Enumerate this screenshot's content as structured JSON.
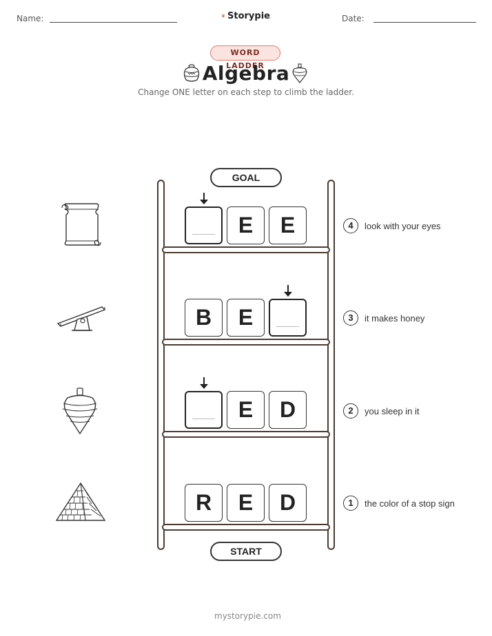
{
  "header": {
    "name_label": "Name:",
    "date_label": "Date:",
    "brand": "Storypie"
  },
  "badge": "WORD LADDER",
  "title": "Algebra",
  "subtitle": "Change ONE letter on each step to climb the ladder.",
  "ladder": {
    "goal_label": "GOAL",
    "start_label": "START",
    "rungs": [
      {
        "step": "4",
        "letters": [
          "",
          "E",
          "E"
        ],
        "clue": "look with your eyes",
        "picture_icon": "scroll-icon"
      },
      {
        "step": "3",
        "letters": [
          "B",
          "E",
          ""
        ],
        "clue": "it makes honey",
        "picture_icon": "seesaw-icon"
      },
      {
        "step": "2",
        "letters": [
          "",
          "E",
          "D"
        ],
        "clue": "you sleep in it",
        "picture_icon": "spinning-top-icon"
      },
      {
        "step": "1",
        "letters": [
          "R",
          "E",
          "D"
        ],
        "clue": "the color of a stop sign",
        "picture_icon": "pyramid-icon"
      }
    ]
  },
  "footer": {
    "site": "mystorypie.com"
  }
}
